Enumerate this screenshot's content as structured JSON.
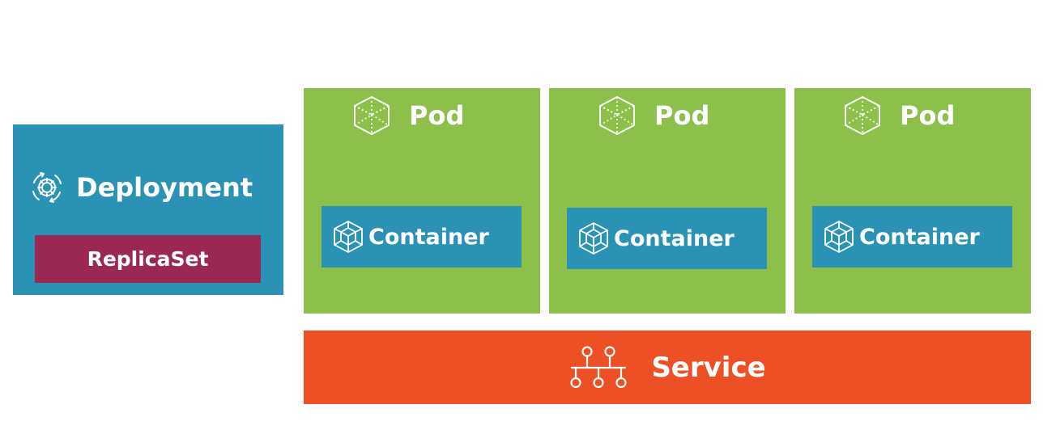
{
  "deployment": {
    "title": "Deployment",
    "icon": "deployment-gear-cycle-icon",
    "replicaset_label": "ReplicaSet"
  },
  "pods": [
    {
      "title": "Pod",
      "icon": "cube-icon",
      "container": {
        "label": "Container",
        "icon": "container-cube-icon"
      }
    },
    {
      "title": "Pod",
      "icon": "cube-icon",
      "container": {
        "label": "Container",
        "icon": "container-cube-icon"
      }
    },
    {
      "title": "Pod",
      "icon": "cube-icon",
      "container": {
        "label": "Container",
        "icon": "container-cube-icon"
      }
    }
  ],
  "service": {
    "title": "Service",
    "icon": "network-hierarchy-icon"
  },
  "colors": {
    "deployment": "#2a93b5",
    "replicaset": "#9b2755",
    "pod": "#8cc04b",
    "container": "#2a93b5",
    "service": "#ed5024"
  }
}
